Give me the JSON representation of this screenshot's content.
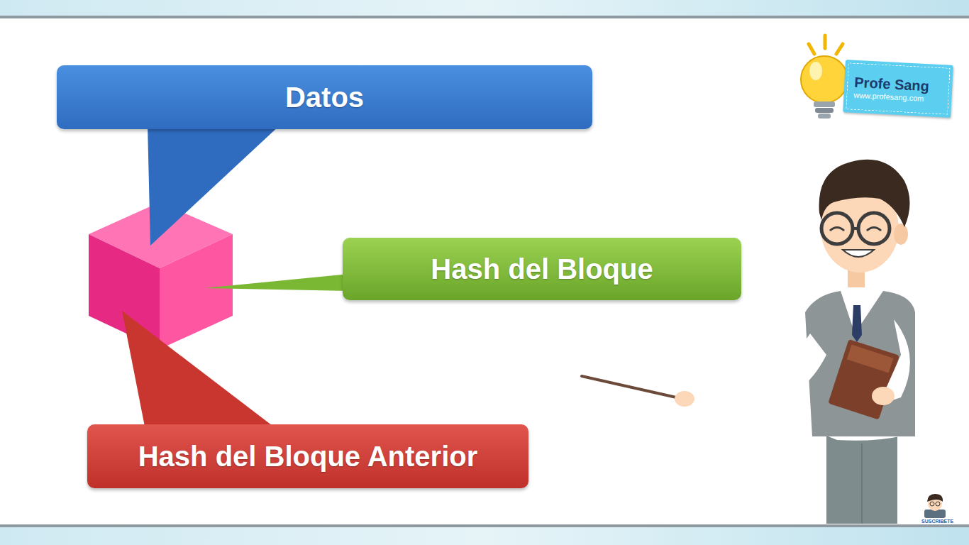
{
  "diagram": {
    "nodes": [
      {
        "text": [
          "Datos"
        ]
      },
      {
        "text": [
          "Profe Sang",
          "www.profesang.com"
        ]
      },
      {
        "text": [
          "Hash del Bloque"
        ]
      },
      {
        "text": [
          "Hash del Bloque Anterior"
        ]
      }
    ],
    "labels": [
      "SUSCRIBETE"
    ]
  }
}
